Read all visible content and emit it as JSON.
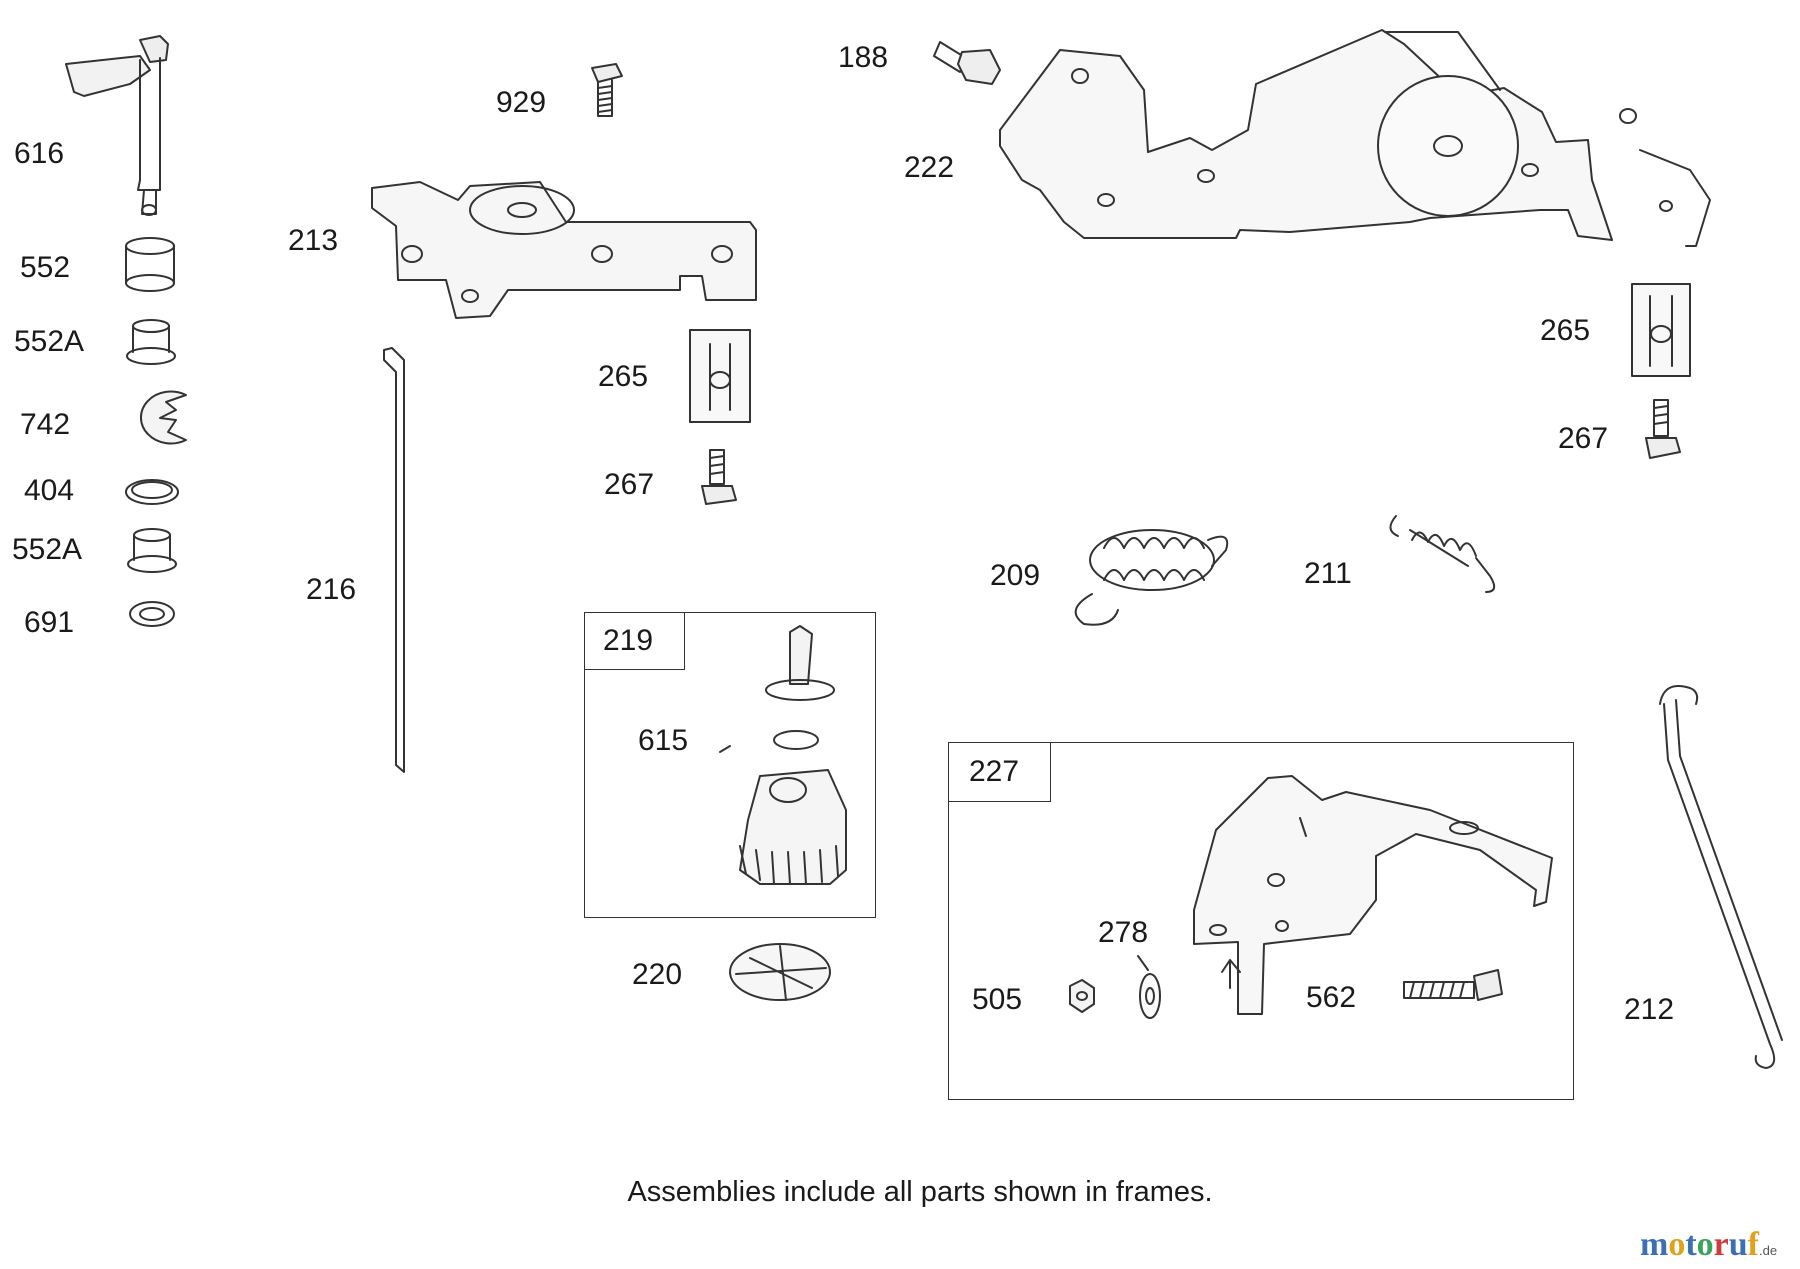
{
  "labels": {
    "p616": "616",
    "p552": "552",
    "p552a_1": "552A",
    "p742": "742",
    "p404": "404",
    "p552a_2": "552A",
    "p691": "691",
    "p929": "929",
    "p213": "213",
    "p216": "216",
    "p265_left": "265",
    "p267_left": "267",
    "p188": "188",
    "p222": "222",
    "p265_right": "265",
    "p267_right": "267",
    "p209": "209",
    "p211": "211",
    "p615": "615",
    "p220": "220",
    "p278": "278",
    "p505": "505",
    "p562": "562",
    "p212": "212"
  },
  "frames": {
    "f219": "219",
    "f227": "227"
  },
  "caption": "Assemblies include all parts shown in frames.",
  "watermark": {
    "letters": [
      "m",
      "o",
      "t",
      "o",
      "r",
      "u",
      "f"
    ],
    "letter_colors": [
      "#3b6fb6",
      "#e0a21b",
      "#3b6fb6",
      "#3aa35a",
      "#d13b3b",
      "#3b6fb6",
      "#e0a21b"
    ],
    "suffix": ".de"
  },
  "colors": {
    "line": "#333333",
    "background": "#ffffff"
  }
}
